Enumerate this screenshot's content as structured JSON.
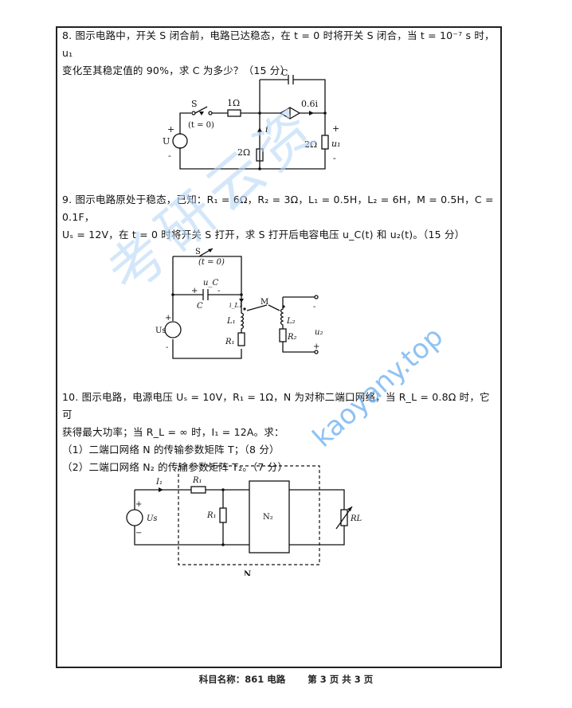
{
  "page": {
    "background": "#ffffff",
    "ink": "#111111",
    "watermark_color": "#6aaef0"
  },
  "q8": {
    "line1": "8.  图示电路中，开关 S 闭合前，电路已达稳态，在 t = 0 时将开关 S 闭合，当 t = 10⁻⁷ s 时，u₁",
    "line2": "变化至其稳定值的 90%，求 C 为多少？（15 分）",
    "diagram": {
      "capacitor_label": "C",
      "switch_label": "S",
      "switch_time": "(t = 0)",
      "series_resistor": "1Ω",
      "dependent_source": "0.6i",
      "current_label": "i",
      "left_resistor": "2Ω",
      "right_resistor": "2Ω",
      "output_voltage": "u₁",
      "source_label": "U",
      "plus": "+",
      "minus": "-"
    }
  },
  "q9": {
    "line1": "9.  图示电路原处于稳态，已知：R₁ = 6Ω，R₂ = 3Ω，L₁ = 0.5H，L₂ = 6H，M = 0.5H，C = 0.1F，",
    "line2": "Uₛ = 12V，在 t = 0 时将开关 S 打开，求 S 打开后电容电压 u_C(t) 和 u₂(t)。（15 分）",
    "diagram": {
      "switch_label": "S",
      "switch_time": "(t = 0)",
      "capacitor_voltage": "u_C",
      "capacitor_label": "C",
      "inductor_current": "i_L1",
      "mutual": "M",
      "l1": "L₁",
      "l2": "L₂",
      "r1": "R₁",
      "r2": "R₂",
      "source_label": "Us",
      "output_voltage": "u₂",
      "plus": "+",
      "minus": "-"
    }
  },
  "q10": {
    "line1": "10.  图示电路，电源电压 Uₛ = 10V，R₁ = 1Ω，N 为对称二端口网络，当 R_L = 0.8Ω 时，它可",
    "line2": "获得最大功率；当 R_L = ∞ 时，I₁ = 12A。求：",
    "line3": "（1）二端口网络 N 的传输参数矩阵 T；（8 分）",
    "line4": "（2）二端口网络 N₂ 的传输参数矩阵 T₂。（7 分）",
    "diagram": {
      "current_label": "I₁",
      "series_resistor": "R₁",
      "shunt_resistor": "R₁",
      "network_box": "N₂",
      "outer_network": "N",
      "load": "RL",
      "source_label": "Us",
      "plus": "+",
      "minus": "−"
    }
  },
  "footer": {
    "subject": "科目名称：861 电路",
    "page": "第 3 页 共 3 页"
  },
  "watermark": {
    "url": "kaoyany.top",
    "cjk": "考研云资"
  }
}
